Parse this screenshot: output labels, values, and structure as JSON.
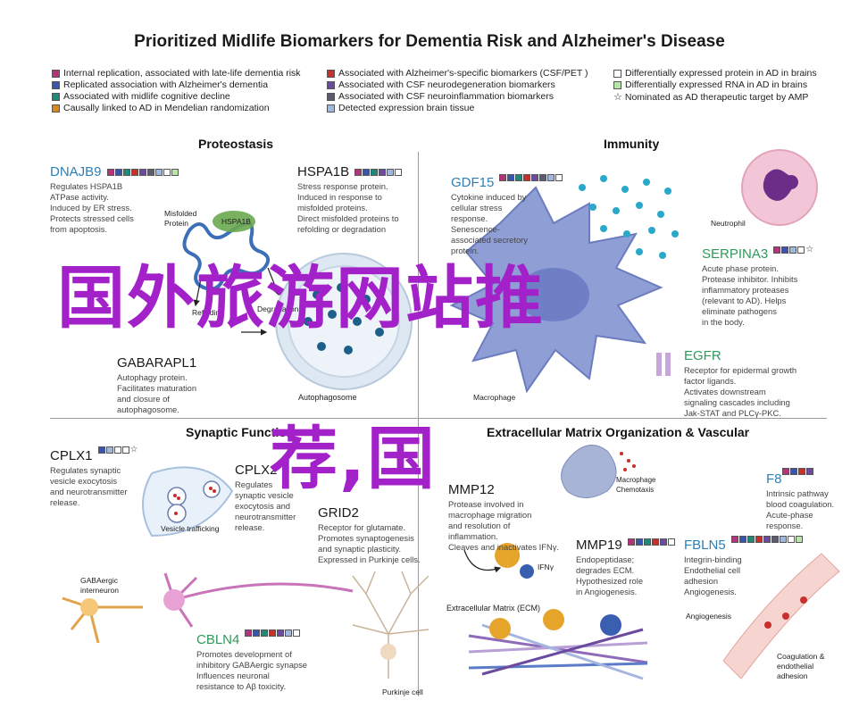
{
  "title": "Prioritized Midlife Biomarkers for Dementia Risk and Alzheimer's Disease",
  "colors": {
    "magenta": "#b5337a",
    "blue": "#3a55b0",
    "teal": "#1f8a7a",
    "orange": "#d9891a",
    "red": "#c9302c",
    "purple": "#6b4aa0",
    "gray": "#5b5b72",
    "lightblue": "#9fb8e0",
    "white": "#ffffff",
    "lightgreen": "#b8e6a8",
    "gene": "#2d7fb5",
    "overlay": "#a321c9"
  },
  "legend": [
    {
      "color": "magenta",
      "text": "Internal replication, associated with late-life dementia risk"
    },
    {
      "color": "blue",
      "text": "Replicated association with Alzheimer's dementia"
    },
    {
      "color": "teal",
      "text": "Associated with midlife cognitive decline"
    },
    {
      "color": "orange",
      "text": "Causally linked to AD in Mendelian randomization"
    },
    {
      "color": "red",
      "text": "Associated with Alzheimer's-specific biomarkers (CSF/PET )"
    },
    {
      "color": "purple",
      "text": "Associated with CSF neurodegeneration biomarkers"
    },
    {
      "color": "gray",
      "text": "Associated with CSF neuroinflammation biomarkers"
    },
    {
      "color": "lightblue",
      "text": "Detected expression brain tissue"
    },
    {
      "color": "white",
      "text": "Differentially expressed protein in AD in brains"
    },
    {
      "color": "lightgreen",
      "text": "Differentially expressed RNA in AD in brains"
    },
    {
      "star": true,
      "text": "Nominated as AD therapeutic target by AMP"
    }
  ],
  "sections": {
    "proteostasis": "Proteostasis",
    "immunity": "Immunity",
    "synaptic": "Synaptic Function",
    "ecm": "Extracellular Matrix Organization & Vascular"
  },
  "genes": {
    "dnajb9": {
      "name": "DNAJB9",
      "desc": [
        "Regulates HSPA1B",
        "ATPase activity.",
        "Induced by ER stress.",
        "Protects stressed cells",
        "from apoptosis."
      ]
    },
    "hspa1b": {
      "name": "HSPA1B",
      "desc": [
        "Stress response protein.",
        "Induced in response to",
        "misfolded proteins.",
        "Direct misfolded proteins to",
        "refolding or degradation"
      ]
    },
    "gabarapl1": {
      "name": "GABARAPL1",
      "desc": [
        "Autophagy protein.",
        "Facilitates maturation",
        "and closure of",
        "autophagosome."
      ]
    },
    "gdf15": {
      "name": "GDF15",
      "desc": [
        "Cytokine induced by",
        "cellular stress",
        "response.",
        "Senescence-",
        "associated secretory",
        "protein."
      ]
    },
    "serpina3": {
      "name": "SERPINA3",
      "desc": [
        "Acute phase protein.",
        "Protease inhibitor. Inhibits",
        "inflammatory proteases",
        "(relevant to AD). Helps",
        "eliminate pathogens",
        "in the body."
      ]
    },
    "egfr": {
      "name": "EGFR",
      "desc": [
        "Receptor for epidermal growth",
        "factor ligands.",
        "Activates downstream",
        "signaling cascades including",
        "Jak-STAT and PLCγ-PKC."
      ]
    },
    "cplx1": {
      "name": "CPLX1",
      "desc": [
        "Regulates synaptic",
        "vesicle exocytosis",
        "and neurotransmitter",
        "release."
      ]
    },
    "cplx2": {
      "name": "CPLX2",
      "desc": [
        "Regulates",
        "synaptic vesicle",
        "exocytosis and",
        "neurotransmitter",
        "release."
      ]
    },
    "grid2": {
      "name": "GRID2",
      "desc": [
        "Receptor for glutamate.",
        "Promotes synaptogenesis",
        "and synaptic plasticity.",
        "Expressed in Purkinje cells."
      ]
    },
    "cbln4": {
      "name": "CBLN4",
      "desc": [
        "Promotes development of",
        "inhibitory GABAergic synapse",
        "Influences neuronal",
        "resistance to Aβ toxicity."
      ]
    },
    "mmp12": {
      "name": "MMP12",
      "desc": [
        "Protease involved in",
        "macrophage migration",
        "and resolution of",
        "inflammation.",
        "Cleaves and inactivates IFNγ."
      ]
    },
    "mmp19": {
      "name": "MMP19",
      "desc": [
        "Endopeptidase;",
        "degrades ECM.",
        "Hypothesized role",
        "in Angiogenesis."
      ]
    },
    "f8": {
      "name": "F8",
      "desc": [
        "Intrinsic pathway",
        "blood coagulation.",
        "Acute-phase",
        "response."
      ]
    },
    "fbln5": {
      "name": "FBLN5",
      "desc": [
        "Integrin-binding",
        "Endothelial cell",
        "adhesion",
        "Angiogenesis."
      ]
    }
  },
  "labels": {
    "misfolded": [
      "Misfolded",
      "Protein"
    ],
    "hspa1b_tag": "HSPA1B",
    "refolding": "Refolding",
    "degradation": "Degradation",
    "autophagosome": "Autophagosome",
    "neutrophil": "Neutrophil",
    "macrophage": "Macrophage",
    "vesicle": "Vesicle trafficking",
    "gabaergic": [
      "GABAergic",
      "interneuron"
    ],
    "purkinje": "Purkinje cell",
    "chemotaxis": [
      "Macrophage",
      "Chemotaxis"
    ],
    "ifng": "IFNγ",
    "ecm_label": "Extracellular Matrix (ECM)",
    "angiogenesis": "Angiogenesis",
    "coagulation": [
      "Coagulation &",
      "endothelial",
      "adhesion"
    ]
  },
  "watermark": [
    "国外旅游网站推",
    "荐,国"
  ]
}
